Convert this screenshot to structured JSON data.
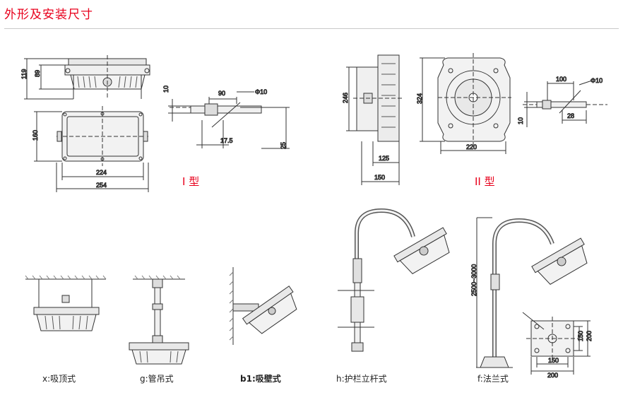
{
  "title": "外形及安装尺寸",
  "type1": {
    "label": "I 型",
    "dims": {
      "h_total": "119",
      "h_body": "89",
      "w_outer": "254",
      "w_inner": "224",
      "h_side": "160",
      "bracket_w": "90",
      "bracket_hole": "Φ10",
      "bracket_t": "10",
      "bracket_off": "17.5",
      "bracket_h": "25"
    }
  },
  "type2": {
    "label": "II 型",
    "dims": {
      "h_side": "246",
      "w_side": "150",
      "w_side_inner": "125",
      "h_front": "324",
      "w_front": "220",
      "bracket_w": "100",
      "bracket_hole": "Φ10",
      "bracket_off": "28",
      "bracket_t": "10"
    }
  },
  "installs": {
    "x": "x:吸顶式",
    "g": "g:管吊式",
    "b1": "b1:吸壁式",
    "h": "h:护栏立杆式",
    "f": "f:法兰式"
  },
  "flange": {
    "pole_h": "2500~3000",
    "plate_in": "150",
    "plate_out": "200",
    "plate_h_in": "150",
    "plate_h_out": "200"
  }
}
